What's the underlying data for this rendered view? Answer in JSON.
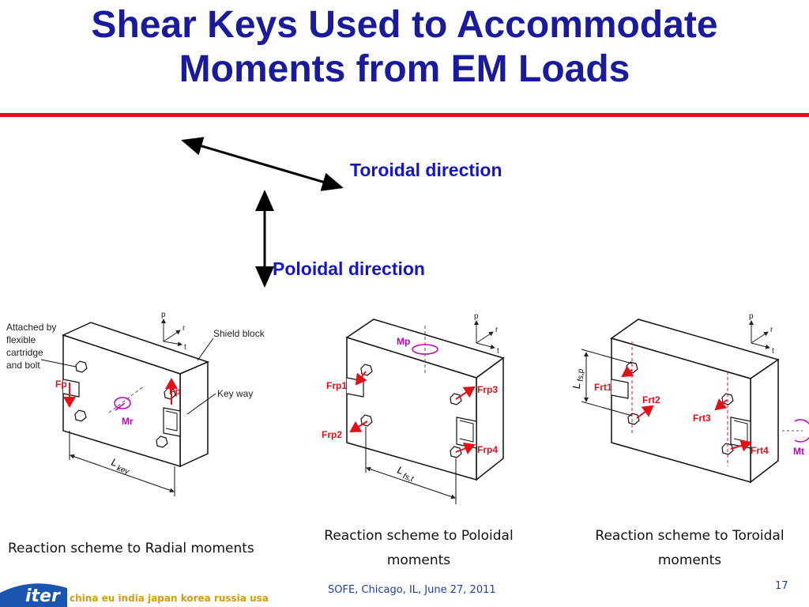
{
  "slide": {
    "title_line1": "Shear Keys Used to Accommodate",
    "title_line2": "Moments from EM Loads",
    "toroidal_label": "Toroidal direction",
    "poloidal_label": "Poloidal direction",
    "colors": {
      "title": "#1a1a9c",
      "rule": "#e3101a",
      "direction_text": "#1515c8",
      "force": "#e3101a",
      "moment": "#c000c0"
    }
  },
  "figure1": {
    "note_lines": [
      "Attached by",
      "flexible",
      "cartridge",
      "and bolt"
    ],
    "shield_block": "Shield block",
    "key_way": "Key way",
    "axes": [
      "p",
      "r",
      "t"
    ],
    "fp_left": "Fp",
    "fp_right": "Fp",
    "moment": "Mr",
    "length": "L",
    "length_sub": "key",
    "caption": "Reaction scheme to Radial moments"
  },
  "figure2": {
    "axes": [
      "p",
      "r",
      "t"
    ],
    "moment": "Mp",
    "forces": [
      "Frp1",
      "Frp2",
      "Frp3",
      "Frp4"
    ],
    "length": "L",
    "length_sub": "fs,t",
    "caption_line1": "Reaction scheme to Poloidal",
    "caption_line2": "moments"
  },
  "figure3": {
    "axes": [
      "p",
      "r",
      "t"
    ],
    "moment": "Mt",
    "forces": [
      "Frt1",
      "Frt2",
      "Frt3",
      "Frt4"
    ],
    "length": "L",
    "length_sub": "fs,p",
    "caption_line1": "Reaction scheme to Toroidal",
    "caption_line2": "moments"
  },
  "footer": {
    "conference": "SOFE, Chicago, IL, June 27, 2011",
    "page": "17",
    "logo_word": "iter",
    "logo_members": "china eu india japan korea russia usa"
  }
}
